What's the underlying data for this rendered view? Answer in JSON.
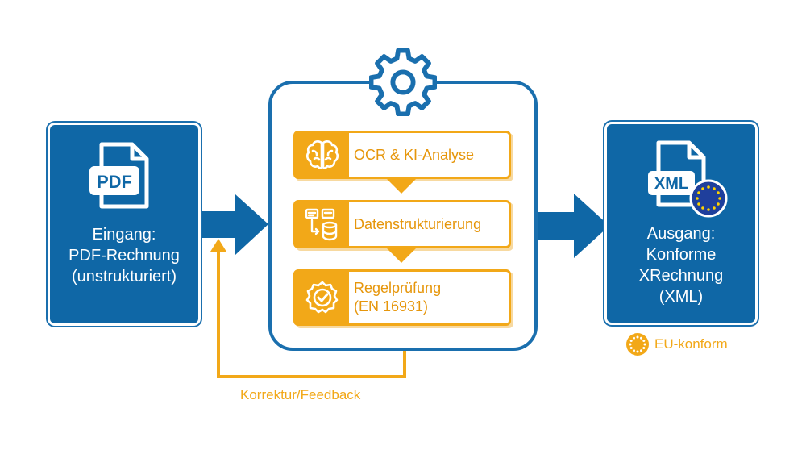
{
  "input": {
    "doc_badge": "PDF",
    "label_line1": "Eingang:",
    "label_line2": "PDF-Rechnung",
    "label_line3": "(unstrukturiert)"
  },
  "steps": [
    {
      "icon": "brain-icon",
      "line1": "OCR & KI-Analyse",
      "line2": ""
    },
    {
      "icon": "data-structure-icon",
      "line1": "Datenstrukturierung",
      "line2": ""
    },
    {
      "icon": "check-badge-icon",
      "line1": "Regelprüfung",
      "line2": "(EN 16931)"
    }
  ],
  "output": {
    "doc_badge": "XML",
    "label_line1": "Ausgang:",
    "label_line2": "Konforme",
    "label_line3": "XRechnung",
    "label_line4": "(XML)"
  },
  "feedback": {
    "label": "Korrektur/Feedback"
  },
  "compliance": {
    "label": "EU-konform"
  },
  "colors": {
    "primary_blue": "#0f67a6",
    "frame_blue": "#1a6fae",
    "accent_orange": "#f2a818",
    "eu_blue": "#1f3f9c",
    "eu_star": "#ffd200"
  }
}
